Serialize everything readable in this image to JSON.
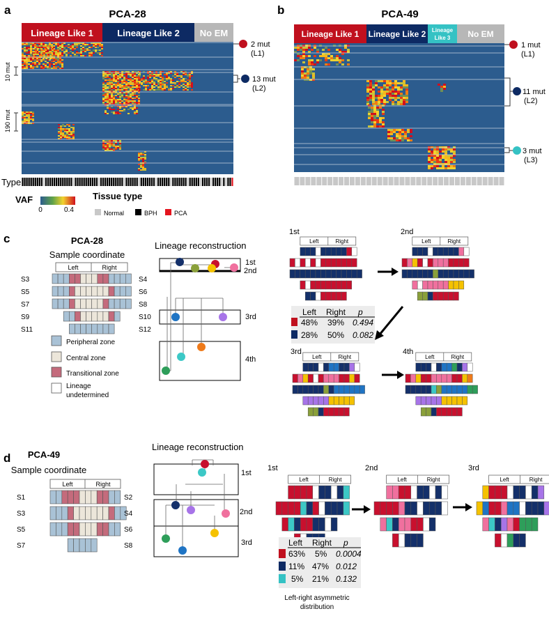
{
  "panels": {
    "a": {
      "letter": "a",
      "title": "PCA-28",
      "groups": [
        "Lineage Like 1",
        "Lineage Like 2",
        "No EM"
      ],
      "annotations": [
        {
          "count": "2 mut",
          "lineage": "(L1)"
        },
        {
          "count": "13 mut",
          "lineage": "(L2)"
        }
      ],
      "scale_labels": [
        "10 mut",
        "190 mut"
      ],
      "type_label": "Type"
    },
    "b": {
      "letter": "b",
      "title": "PCA-49",
      "groups": [
        "Lineage Like 1",
        "Lineage Like 2",
        "Lineage",
        "Like 3",
        "No EM"
      ],
      "annotations": [
        {
          "count": "1 mut",
          "lineage": "(L1)"
        },
        {
          "count": "11 mut",
          "lineage": "(L2)"
        },
        {
          "count": "3 mut",
          "lineage": "(L3)"
        }
      ]
    },
    "legend": {
      "vaf_label": "VAF",
      "vaf_min": "0",
      "vaf_max": "0.4",
      "tissue_title": "Tissue type",
      "tissues": [
        "Normal",
        "BPH",
        "PCA"
      ]
    },
    "c": {
      "letter": "c",
      "title": "PCA-28",
      "subtitle": "Sample coordinate",
      "left": "Left",
      "right": "Right",
      "samples_left": [
        "S3",
        "S5",
        "S7",
        "S9",
        "S11"
      ],
      "samples_right": [
        "S4",
        "S6",
        "S8",
        "S10",
        "S12"
      ],
      "zones": [
        "Peripheral zone",
        "Central zone",
        "Transitional zone",
        "Lineage",
        "undetermined"
      ],
      "recon_title": "Lineage reconstruction",
      "levels": [
        "1st",
        "2nd",
        "3rd",
        "4th"
      ],
      "table": {
        "headers": [
          "Left",
          "Right",
          "p"
        ],
        "rows": [
          [
            "48%",
            "39%",
            "0.494"
          ],
          [
            "28%",
            "50%",
            "0.082"
          ]
        ]
      }
    },
    "d": {
      "letter": "d",
      "title": "PCA-49",
      "subtitle": "Sample coordinate",
      "left": "Left",
      "right": "Right",
      "samples_left": [
        "S1",
        "S3",
        "S5",
        "S7"
      ],
      "samples_right": [
        "S2",
        "S4",
        "S6",
        "S8"
      ],
      "recon_title": "Lineage reconstruction",
      "levels": [
        "1st",
        "2nd",
        "3rd"
      ],
      "table": {
        "headers": [
          "Left",
          "Right",
          "p"
        ],
        "rows": [
          [
            "63%",
            "5%",
            "0.0004"
          ],
          [
            "11%",
            "47%",
            "0.012"
          ],
          [
            "5%",
            "21%",
            "0.132"
          ]
        ]
      },
      "caption": [
        "Left-right asymmetric",
        "distribution"
      ]
    }
  },
  "colors": {
    "heat_bg": "#2c5c8e",
    "lineage1": "#c0101e",
    "lineage2": "#0d2a63",
    "lineage3": "#35c2c4",
    "noem": "#b7b7b7",
    "peripheral": "#a9c2d6",
    "central": "#ece6da",
    "transitional": "#c46b7c",
    "n_red": "#c8102e",
    "n_navy": "#14306a",
    "n_olive": "#8aa03a",
    "n_yellow": "#f5c200",
    "n_pink": "#f0709e",
    "n_blue": "#1f74c4",
    "n_purple": "#a774e8",
    "n_teal": "#3cc8c6",
    "n_orange": "#ee7a1a",
    "n_green": "#2e9e5a"
  }
}
